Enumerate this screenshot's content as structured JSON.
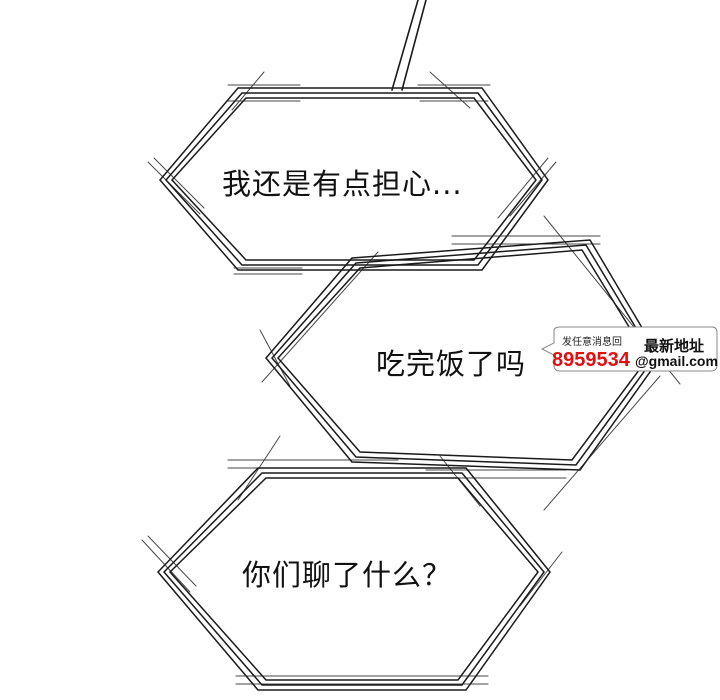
{
  "bubbles": {
    "first": "我还是有点担心...",
    "second": "吃完饭了吗",
    "third": "你们聊了什么？"
  },
  "watermark": {
    "top_line": "发任意消息回",
    "right_label": "最新地址",
    "number": "8959534",
    "mail": "@gmail.com",
    "number_color": "#e01010"
  }
}
